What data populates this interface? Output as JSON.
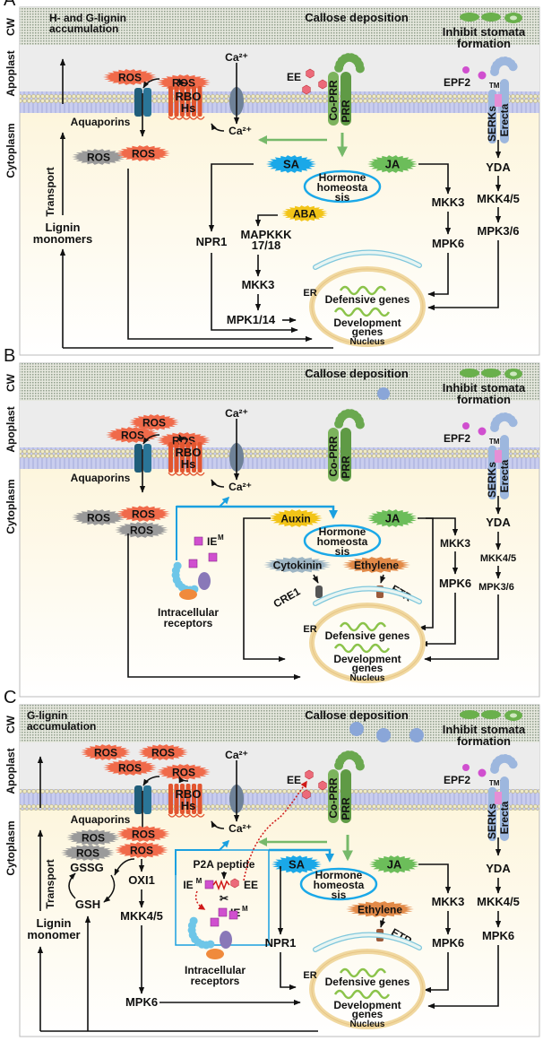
{
  "figure": {
    "colors": {
      "cell_wall": "#c8d0c8",
      "apoplast": "#ececec",
      "cytoplasm": "#fdf4d6",
      "membrane": "#b8bce6",
      "ros_red": "#f06a4a",
      "ros_gray": "#9a9a9a",
      "sa_blue": "#1aa8e8",
      "ja_green": "#6cbd5a",
      "aba_yellow": "#f2c417",
      "auxin_yellow": "#f2c417",
      "cytokinin_gray": "#9fb6c4",
      "ethylene_orange": "#e28a48",
      "signal_arrow_green": "#76b96a",
      "signal_arrow_blue": "#1aa0e0",
      "er_nucleus_red": "#d01818"
    },
    "side_labels": {
      "cw": "CW",
      "apoplast": "Apoplast",
      "cytoplasm": "Cytoplasm",
      "transport": "Transport"
    },
    "panels": [
      {
        "id": "A",
        "letter": "A",
        "cw_text_1": "H- and G-lignin",
        "cw_text_2": "accumulation",
        "callose": "Callose deposition",
        "stomata_1": "Inhibit stomata",
        "stomata_2": "formation",
        "ros": [
          "ROS",
          "ROS",
          "ROS",
          "ROS"
        ],
        "rboh_1": "RBO",
        "rboh_2": "Hs",
        "ca_out": "Ca²⁺",
        "ca_in": "Ca²⁺",
        "aquaporins": "Aquaporins",
        "ee": "EE",
        "co_prr": "Co-PRR",
        "prr": "PRR",
        "epf2": "EPF2",
        "tmm": "TMM",
        "serks": "SERKs",
        "erecta": "Erecta",
        "sa": "SA",
        "ja": "JA",
        "aba": "ABA",
        "hormone_1": "Hormone",
        "hormone_2": "homeosta",
        "hormone_3": "sis",
        "npr1": "NPR1",
        "mapkkk_1": "MAPKKK",
        "mapkkk_2": "17/18",
        "mkk3_left": "MKK3",
        "mpk1_14": "MPK1/14",
        "mkk3_right": "MKK3",
        "mpk6": "MPK6",
        "yda": "YDA",
        "mkk45": "MKK4/5",
        "mpk36": "MPK3/6",
        "lignin_1": "Lignin",
        "lignin_2": "monomers",
        "er": "ER",
        "defensive": "Defensive genes",
        "development_1": "Development",
        "development_2": "genes",
        "nucleus": "Nucleus"
      },
      {
        "id": "B",
        "letter": "B",
        "callose": "Callose deposition",
        "stomata_1": "Inhibit stomata",
        "stomata_2": "formation",
        "ros": [
          "ROS",
          "ROS",
          "ROS",
          "ROS",
          "ROS",
          "ROS"
        ],
        "rboh_1": "RBO",
        "rboh_2": "Hs",
        "ca_out": "Ca²⁺",
        "ca_in": "Ca²⁺",
        "aquaporins": "Aquaporins",
        "co_prr": "Co-PRR",
        "prr": "PRR",
        "epf2": "EPF2",
        "tmm": "TMM",
        "serks": "SERKs",
        "erecta": "Erecta",
        "auxin": "Auxin",
        "ja": "JA",
        "hormone_1": "Hormone",
        "hormone_2": "homeosta",
        "hormone_3": "sis",
        "cytokinin": "Cytokinin",
        "ethylene": "Ethylene",
        "cre1": "CRE1",
        "etr": "ETR",
        "ie_m": "IE",
        "ie_sup": "M",
        "intracellular_1": "Intracellular",
        "intracellular_2": "receptors",
        "mkk3": "MKK3",
        "mpk6": "MPK6",
        "yda": "YDA",
        "mkk45": "MKK4/5",
        "mpk36": "MPK3/6",
        "er": "ER",
        "defensive": "Defensive genes",
        "development_1": "Development",
        "development_2": "genes",
        "nucleus": "Nucleus"
      },
      {
        "id": "C",
        "letter": "C",
        "cw_text_1": "G-lignin",
        "cw_text_2": "accumulation",
        "callose": "Callose deposition",
        "stomata_1": "Inhibit stomata",
        "stomata_2": "formation",
        "ros": [
          "ROS",
          "ROS",
          "ROS",
          "ROS",
          "ROS",
          "ROS",
          "ROS",
          "ROS"
        ],
        "rboh_1": "RBO",
        "rboh_2": "Hs",
        "ca_out": "Ca²⁺",
        "ca_in": "Ca²⁺",
        "aquaporins": "Aquaporins",
        "ee": "EE",
        "co_prr": "Co-PRR",
        "prr": "PRR",
        "epf2": "EPF2",
        "tmm": "TMM",
        "serks": "SERKs",
        "erecta": "Erecta",
        "sa": "SA",
        "ja": "JA",
        "hormone_1": "Hormone",
        "hormone_2": "homeosta",
        "hormone_3": "sis",
        "ethylene": "Ethylene",
        "etr": "ETR",
        "gssg": "GSSG",
        "gsh": "GSH",
        "oxi1": "OXI1",
        "mkk45_left": "MKK4/5",
        "mpk6_left": "MPK6",
        "p2a": "P2A peptide",
        "ie_m": "IE",
        "ie_sup": "M",
        "ee_small": "EE",
        "ie_m2": "IE",
        "intracellular_1": "Intracellular",
        "intracellular_2": "receptors",
        "npr1": "NPR1",
        "mkk3": "MKK3",
        "mpk6_mid": "MPK6",
        "yda": "YDA",
        "mkk45_right": "MKK4/5",
        "mpk6_right": "MPK6",
        "lignin_1": "Lignin",
        "lignin_2": "monomer",
        "er": "ER",
        "defensive": "Defensive genes",
        "development_1": "Development",
        "development_2": "genes",
        "nucleus": "Nucleus"
      }
    ]
  }
}
